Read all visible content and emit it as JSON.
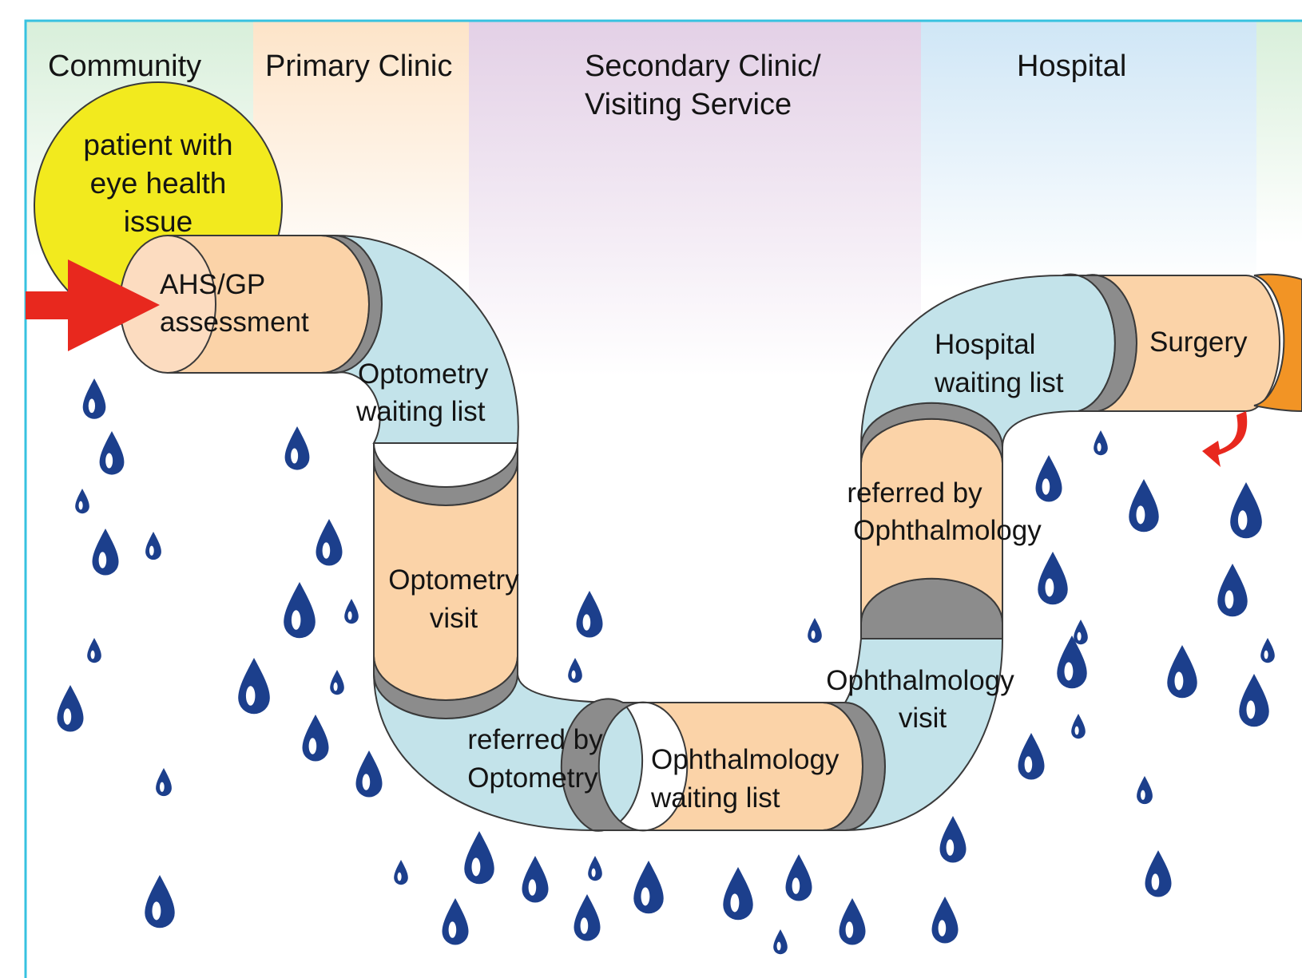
{
  "zones": [
    {
      "id": "community",
      "label": "Community"
    },
    {
      "id": "primary",
      "label": "Primary Clinic"
    },
    {
      "id": "secondary",
      "label_lines": [
        "Secondary Clinic/",
        "Visiting Service"
      ]
    },
    {
      "id": "hospital",
      "label": "Hospital"
    }
  ],
  "entry_bubble": {
    "lines": [
      "patient with",
      "eye health",
      "issue"
    ]
  },
  "pipe_segments": [
    {
      "id": "ahs-gp",
      "lines": [
        "AHS/GP",
        "assessment"
      ]
    },
    {
      "id": "optometry-waiting",
      "lines": [
        "Optometry",
        "waiting list"
      ]
    },
    {
      "id": "optometry-visit",
      "lines": [
        "Optometry",
        "visit"
      ]
    },
    {
      "id": "referred-optometry",
      "lines": [
        "referred by",
        "Optometry"
      ]
    },
    {
      "id": "ophthalmology-waiting",
      "lines": [
        "Ophthalmology",
        "waiting list"
      ]
    },
    {
      "id": "ophthalmology-visit",
      "lines": [
        "Ophthalmology",
        "visit"
      ]
    },
    {
      "id": "referred-ophthalmology",
      "lines": [
        "referred by",
        "Ophthalmology"
      ]
    },
    {
      "id": "hospital-waiting",
      "lines": [
        "Hospital",
        "waiting list"
      ]
    },
    {
      "id": "surgery",
      "lines": [
        "Surgery"
      ]
    }
  ],
  "colors": {
    "pipe_peach": "#fbd3a8",
    "pipe_blue": "#c3e3ea",
    "joint_gray": "#8c8c8c",
    "bubble_yellow": "#f2ea1e",
    "arrow_red": "#e8281e",
    "drop_blue": "#1c3f8c",
    "outlet_orange": "#f29425",
    "border": "#37c2e0"
  }
}
